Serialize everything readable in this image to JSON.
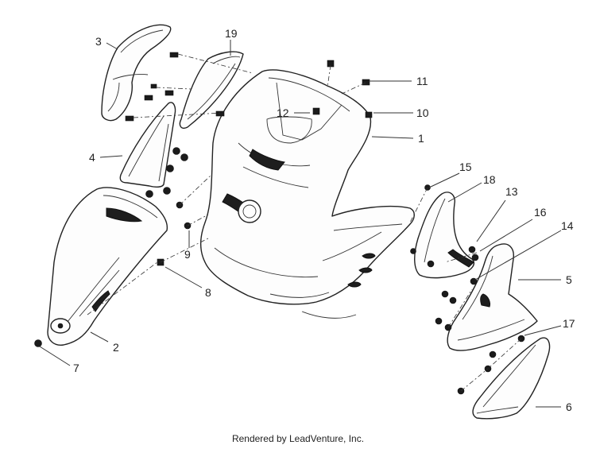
{
  "callouts": [
    {
      "id": "1",
      "label": "1"
    },
    {
      "id": "2",
      "label": "2"
    },
    {
      "id": "3",
      "label": "3"
    },
    {
      "id": "4",
      "label": "4"
    },
    {
      "id": "5",
      "label": "5"
    },
    {
      "id": "6",
      "label": "6"
    },
    {
      "id": "7",
      "label": "7"
    },
    {
      "id": "8",
      "label": "8"
    },
    {
      "id": "9",
      "label": "9"
    },
    {
      "id": "10",
      "label": "10"
    },
    {
      "id": "11",
      "label": "11"
    },
    {
      "id": "12",
      "label": "12"
    },
    {
      "id": "13",
      "label": "13"
    },
    {
      "id": "14",
      "label": "14"
    },
    {
      "id": "15",
      "label": "15"
    },
    {
      "id": "16",
      "label": "16"
    },
    {
      "id": "17",
      "label": "17"
    },
    {
      "id": "18",
      "label": "18"
    },
    {
      "id": "19",
      "label": "19"
    }
  ],
  "footer": {
    "credit": "Rendered by LeadVenture, Inc."
  }
}
